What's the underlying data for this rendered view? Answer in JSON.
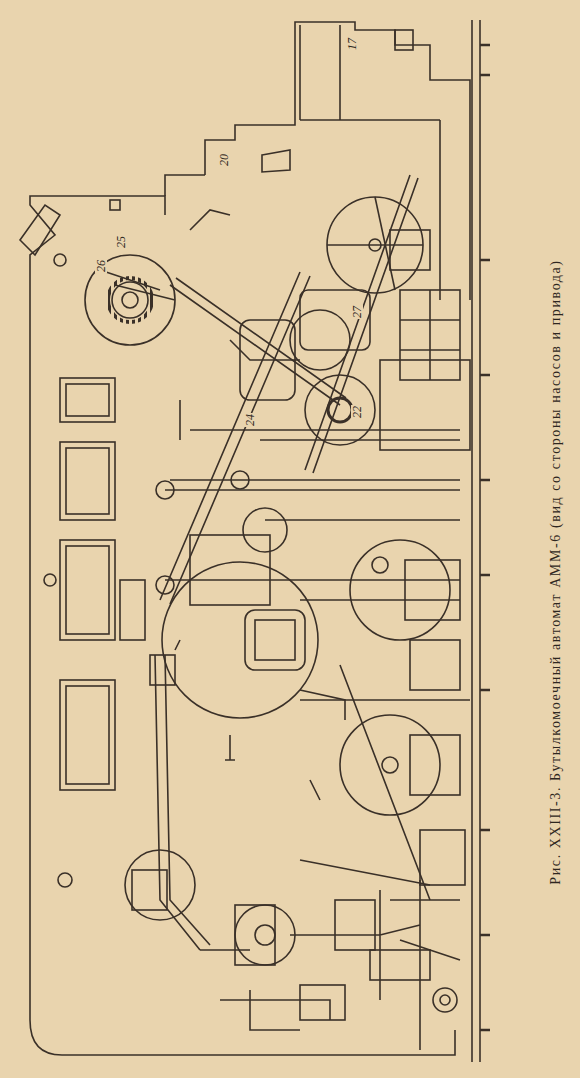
{
  "diagram": {
    "caption": "Рис. XXIII-3. Бутылкомоечный автомат АММ-6 (вид со стороны насосов и привода)",
    "labels": [
      "17",
      "20",
      "26",
      "25",
      "24",
      "22",
      "27"
    ]
  }
}
